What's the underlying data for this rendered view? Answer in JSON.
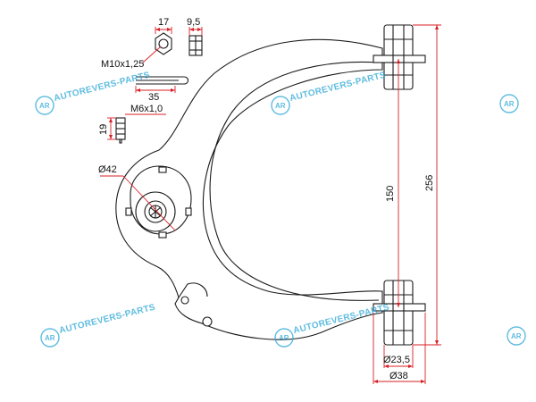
{
  "dimensions": {
    "nut_width": "17",
    "nut_thickness": "9,5",
    "nut_thread": "M10x1,25",
    "cotter_pin_length": "35",
    "stud_thread": "M6x1,0",
    "stud_length": "19",
    "ball_joint_diameter": "Ø42",
    "bushing_spacing": "150",
    "overall_length": "256",
    "bushing_inner_diameter": "Ø23,5",
    "bushing_outer_diameter": "Ø38"
  },
  "watermark": {
    "brand": "AUTOREVERS-PARTS",
    "logo": "AR"
  },
  "colors": {
    "dimension_lines": "#d81f26",
    "outline": "#1a1a1a",
    "watermark": "#2aa6d6"
  }
}
